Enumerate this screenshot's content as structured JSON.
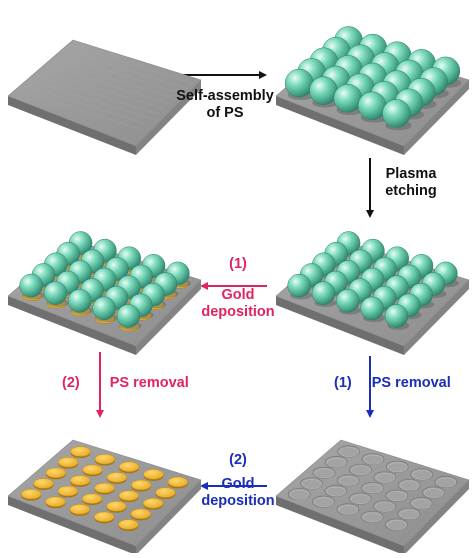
{
  "steps": {
    "self_assembly": {
      "line1": "Self-assembly",
      "line2": "of PS"
    },
    "plasma_etching": {
      "line1": "Plasma",
      "line2": "etching"
    },
    "red_gold": {
      "number": "(1)",
      "line1": "Gold",
      "line2": "deposition"
    },
    "red_ps_removal": {
      "number": "(2)",
      "text": "PS removal"
    },
    "blue_ps_removal": {
      "number": "(1)",
      "text": "PS removal"
    },
    "blue_gold": {
      "number": "(2)",
      "line1": "Gold",
      "line2": "deposition"
    }
  },
  "colors": {
    "substrate_top": "#9a9a9a",
    "substrate_front": "#6f6f6f",
    "substrate_side": "#838383",
    "sphere": "#5ec4a4",
    "gold": "#f0b52b",
    "arrow_black": "#111111",
    "arrow_red": "#e0245e",
    "arrow_blue": "#1a2dbb"
  },
  "panels": [
    {
      "name": "substrate-bare",
      "content": "bare"
    },
    {
      "name": "ps-monolayer",
      "content": "large-spheres"
    },
    {
      "name": "etched-ps",
      "content": "small-spheres"
    },
    {
      "name": "ps-with-gold",
      "content": "spheres-gold"
    },
    {
      "name": "gold-dot-array",
      "content": "gold-dots"
    },
    {
      "name": "ps-imprint-substrate",
      "content": "imprints"
    }
  ]
}
